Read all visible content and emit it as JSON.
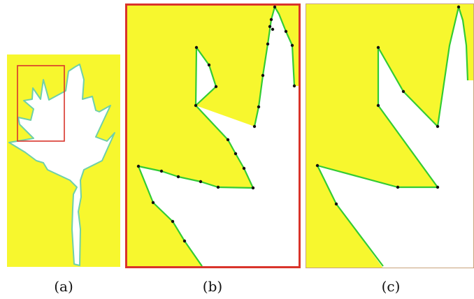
{
  "captions": {
    "a": "(a)",
    "b": "(b)",
    "c": "(c)"
  },
  "colors": {
    "background": "#f7f72e",
    "shape": "#ffffff",
    "contour": "#33cc33",
    "frame": "#d9342b",
    "vertex": "#111111"
  }
}
